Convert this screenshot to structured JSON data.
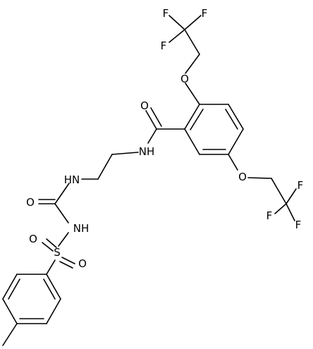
{
  "atoms": {
    "f_top_1": "F",
    "f_top_2": "F",
    "f_top_3": "F",
    "o_ether_top": "O",
    "o_carbonyl_amide": "O",
    "nh_amide": "NH",
    "nh_urea": "HN",
    "o_urea": "O",
    "o_ether_bottom": "O",
    "f_bottom_1": "F",
    "f_bottom_2": "F",
    "f_bottom_3": "F",
    "nh_sulfonyl": "NH",
    "s_sulfonyl": "S",
    "o_sulfonyl_left": "O",
    "o_sulfonyl_right": "O"
  }
}
